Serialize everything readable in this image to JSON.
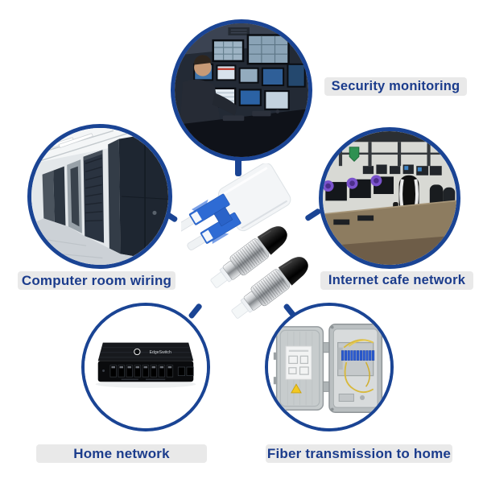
{
  "theme": {
    "accent_blue": "#1a4494",
    "label_text_color": "#1b3c8c",
    "label_bg_color": "#e9e9e9",
    "page_background": "#ffffff"
  },
  "product": {
    "illustration": "lc-fc-fiber-optic-patch-cable"
  },
  "nodes": [
    {
      "id": "security-monitoring",
      "label": "Security monitoring",
      "illustration": "cctv-control-room-photo"
    },
    {
      "id": "computer-room-wiring",
      "label": "Computer room wiring",
      "illustration": "server-rack-room-photo"
    },
    {
      "id": "internet-cafe-network",
      "label": "Internet cafe network",
      "illustration": "esports-cafe-photo"
    },
    {
      "id": "home-network",
      "label": "Home network",
      "illustration": "ethernet-switch-photo",
      "device_text": "EdgeSwitch"
    },
    {
      "id": "fiber-to-home",
      "label": "Fiber transmission to home",
      "illustration": "fiber-distribution-box-photo"
    }
  ]
}
